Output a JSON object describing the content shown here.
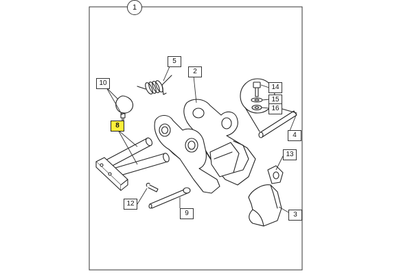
{
  "diagram": {
    "group_number": "1",
    "highlight_color": "#ffef3a",
    "labels": [
      {
        "id": "1",
        "text": "1"
      },
      {
        "id": "2",
        "text": "2"
      },
      {
        "id": "3",
        "text": "3"
      },
      {
        "id": "4",
        "text": "4"
      },
      {
        "id": "5",
        "text": "5"
      },
      {
        "id": "8",
        "text": "8",
        "highlighted": true
      },
      {
        "id": "9",
        "text": "9"
      },
      {
        "id": "10",
        "text": "10"
      },
      {
        "id": "12",
        "text": "12"
      },
      {
        "id": "13",
        "text": "13"
      },
      {
        "id": "14",
        "text": "14"
      },
      {
        "id": "15",
        "text": "15"
      },
      {
        "id": "16",
        "text": "16"
      }
    ]
  }
}
